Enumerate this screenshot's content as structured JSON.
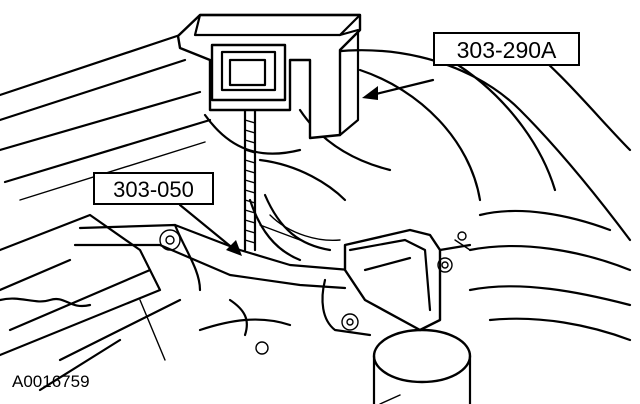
{
  "callouts": {
    "tool_upper": "303-290A",
    "tool_lower": "303-050"
  },
  "figure_id": "A0016759"
}
